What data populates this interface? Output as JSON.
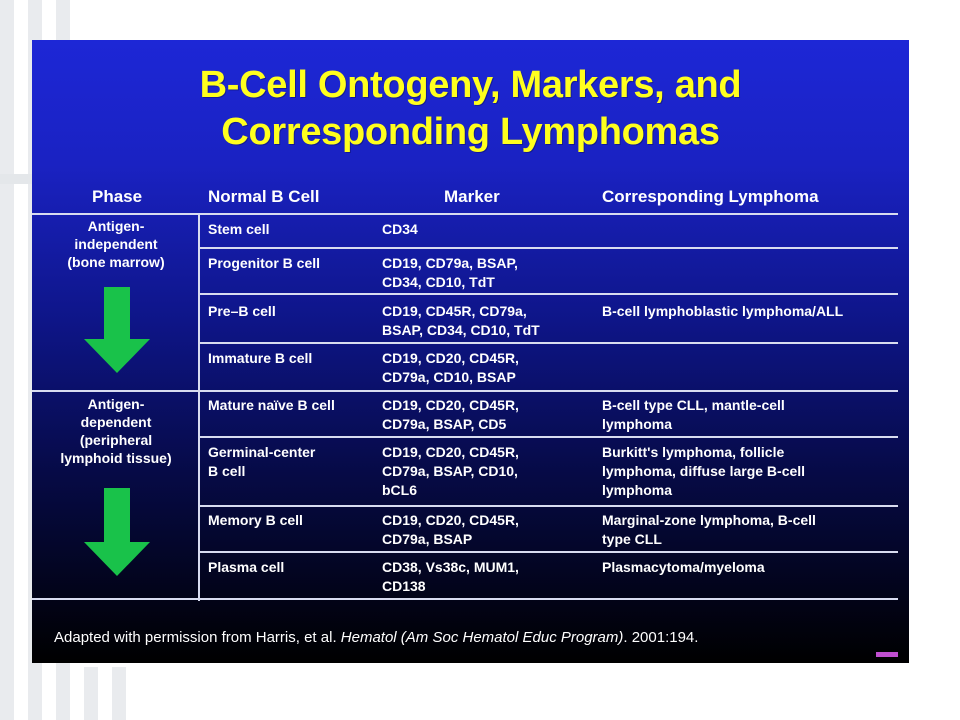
{
  "slide": {
    "title_line1": "B-Cell Ontogeny, Markers, and",
    "title_line2": "Corresponding Lymphomas"
  },
  "table": {
    "headers": [
      "Phase",
      "Normal B Cell",
      "Marker",
      "Corresponding Lymphoma"
    ],
    "phases": [
      {
        "label": "Antigen-\nindependent\n(bone marrow)"
      },
      {
        "label": "Antigen-\ndependent\n(peripheral\nlymphoid tissue)"
      }
    ],
    "rows": [
      {
        "cell": "Stem cell",
        "marker": "CD34",
        "lymphoma": ""
      },
      {
        "cell": "Progenitor B cell",
        "marker": "CD19, CD79a, BSAP,\nCD34, CD10, TdT",
        "lymphoma": ""
      },
      {
        "cell": "Pre–B cell",
        "marker": "CD19, CD45R, CD79a,\nBSAP, CD34, CD10, TdT",
        "lymphoma": "B-cell lymphoblastic lymphoma/ALL"
      },
      {
        "cell": "Immature B cell",
        "marker": "CD19, CD20, CD45R,\nCD79a, CD10, BSAP",
        "lymphoma": ""
      },
      {
        "cell": "Mature naïve B cell",
        "marker": "CD19, CD20, CD45R,\nCD79a, BSAP, CD5",
        "lymphoma": "B-cell type CLL, mantle-cell\nlymphoma"
      },
      {
        "cell": "Germinal-center\nB cell",
        "marker": "CD19, CD20, CD45R,\nCD79a, BSAP, CD10,\nbCL6",
        "lymphoma": "Burkitt's lymphoma, follicle\nlymphoma, diffuse large B-cell\nlymphoma"
      },
      {
        "cell": "Memory B cell",
        "marker": "CD19, CD20, CD45R,\nCD79a, BSAP",
        "lymphoma": "Marginal-zone lymphoma, B-cell\ntype CLL"
      },
      {
        "cell": "Plasma cell",
        "marker": "CD38, Vs38c, MUM1,\nCD138",
        "lymphoma": "Plasmacytoma/myeloma"
      }
    ]
  },
  "footer": {
    "prefix": "Adapted with permission from Harris, et al. ",
    "journal": "Hematol (Am Soc Hematol Educ Program)",
    "suffix": ". 2001:194."
  },
  "colors": {
    "title": "#ffff1e",
    "arrow": "#19c24a",
    "background_top": "#1d27d6",
    "background_bottom": "#000000"
  },
  "icons": [
    "down-arrow-icon",
    "down-arrow-icon"
  ]
}
